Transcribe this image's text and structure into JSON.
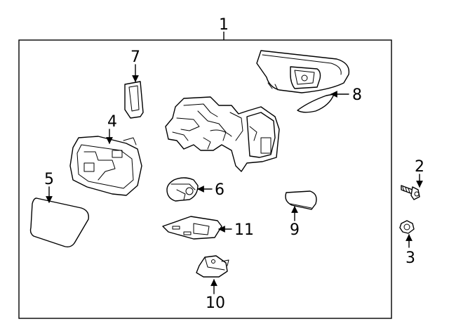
{
  "diagram": {
    "assembly_label": "1",
    "callouts": {
      "c2": "2",
      "c3": "3",
      "c4": "4",
      "c5": "5",
      "c6": "6",
      "c7": "7",
      "c8": "8",
      "c9": "9",
      "c10": "10",
      "c11": "11"
    }
  }
}
